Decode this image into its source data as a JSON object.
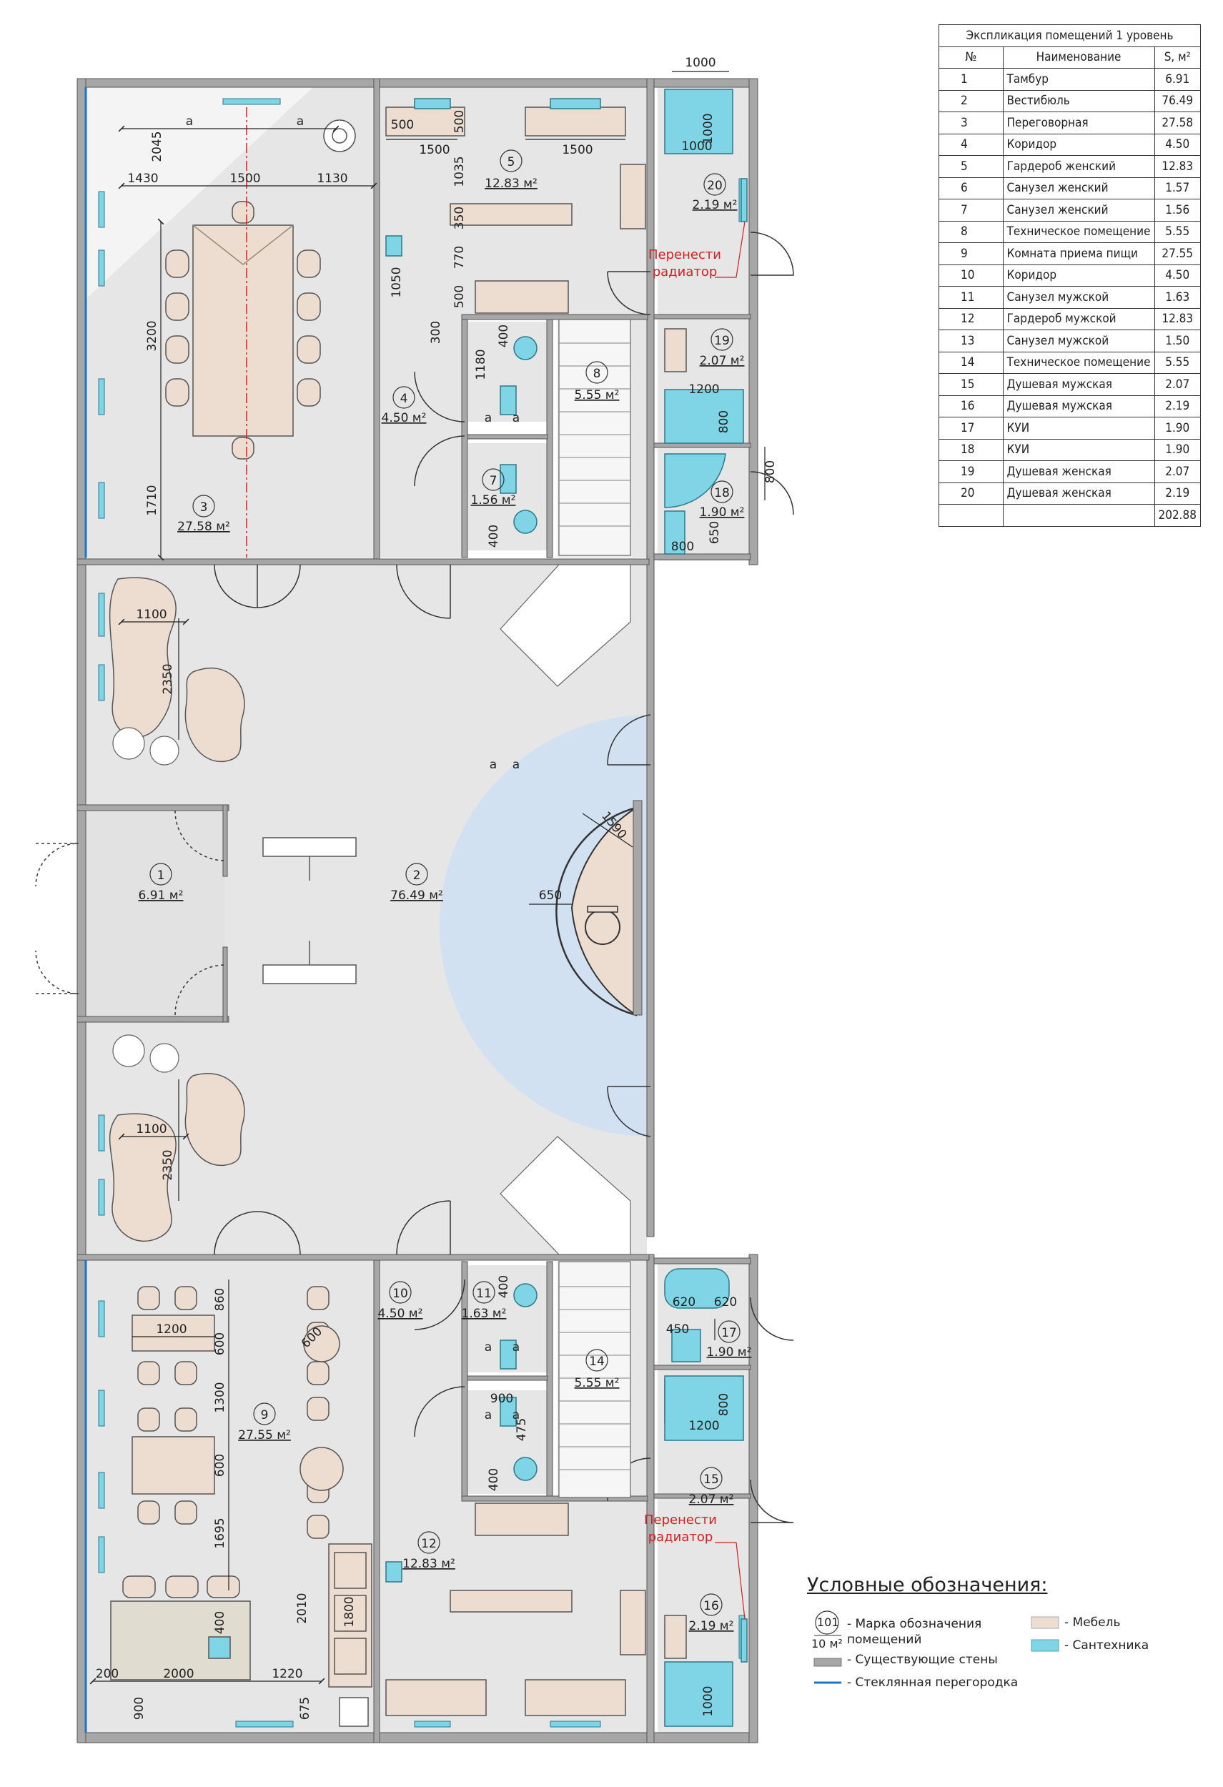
{
  "explication": {
    "title": "Экспликация помещений 1 уровень",
    "headers": [
      "№",
      "Наименование",
      "S, м²"
    ],
    "rows": [
      {
        "no": "1",
        "name": "Тамбур",
        "area": "6.91"
      },
      {
        "no": "2",
        "name": "Вестибюль",
        "area": "76.49"
      },
      {
        "no": "3",
        "name": "Переговорная",
        "area": "27.58"
      },
      {
        "no": "4",
        "name": "Коридор",
        "area": "4.50"
      },
      {
        "no": "5",
        "name": "Гардероб женский",
        "area": "12.83"
      },
      {
        "no": "6",
        "name": "Санузел женский",
        "area": "1.57"
      },
      {
        "no": "7",
        "name": "Санузел женский",
        "area": "1.56"
      },
      {
        "no": "8",
        "name": "Техническое помещение",
        "area": "5.55"
      },
      {
        "no": "9",
        "name": "Комната приема пищи",
        "area": "27.55"
      },
      {
        "no": "10",
        "name": "Коридор",
        "area": "4.50"
      },
      {
        "no": "11",
        "name": "Санузел мужской",
        "area": "1.63"
      },
      {
        "no": "12",
        "name": "Гардероб мужской",
        "area": "12.83"
      },
      {
        "no": "13",
        "name": "Санузел мужской",
        "area": "1.50"
      },
      {
        "no": "14",
        "name": "Техническое помещение",
        "area": "5.55"
      },
      {
        "no": "15",
        "name": "Душевая мужская",
        "area": "2.07"
      },
      {
        "no": "16",
        "name": "Душевая мужская",
        "area": "2.19"
      },
      {
        "no": "17",
        "name": "КУИ",
        "area": "1.90"
      },
      {
        "no": "18",
        "name": "КУИ",
        "area": "1.90"
      },
      {
        "no": "19",
        "name": "Душевая женская",
        "area": "2.07"
      },
      {
        "no": "20",
        "name": "Душевая женская",
        "area": "2.19"
      }
    ],
    "total": "202.88"
  },
  "rooms": [
    {
      "no": "1",
      "area": "6.91 м²"
    },
    {
      "no": "2",
      "area": "76.49 м²"
    },
    {
      "no": "3",
      "area": "27.58 м²"
    },
    {
      "no": "4",
      "area": "4.50 м²"
    },
    {
      "no": "5",
      "area": "12.83 м²"
    },
    {
      "no": "7",
      "area": "1.56 м²"
    },
    {
      "no": "8",
      "area": "5.55 м²"
    },
    {
      "no": "9",
      "area": "27.55 м²"
    },
    {
      "no": "10",
      "area": "4.50 м²"
    },
    {
      "no": "11",
      "area": "1.63 м²"
    },
    {
      "no": "12",
      "area": "12.83 м²"
    },
    {
      "no": "14",
      "area": "5.55 м²"
    },
    {
      "no": "15",
      "area": "2.07 м²"
    },
    {
      "no": "16",
      "area": "2.19 м²"
    },
    {
      "no": "17",
      "area": "1.90 м²"
    },
    {
      "no": "18",
      "area": "1.90 м²"
    },
    {
      "no": "19",
      "area": "2.07 м²"
    },
    {
      "no": "20",
      "area": "2.19 м²"
    }
  ],
  "dimensions": {
    "d2045": "2045",
    "d1430": "1430",
    "d1500_top": "1500",
    "d1130": "1130",
    "d3200": "3200",
    "d1710": "1710",
    "d500a": "500",
    "d500b": "500",
    "d1500a": "1500",
    "d1500b": "1500",
    "d1035": "1035",
    "d350": "350",
    "d770": "770",
    "d500c": "500",
    "d1050": "1050",
    "d300": "300",
    "d400a": "400",
    "d1180": "1180",
    "d400b": "400",
    "d1000a": "1000",
    "d1000b": "1000",
    "d1000c": "1000",
    "d1200a": "1200",
    "d800a": "800",
    "d800b": "800",
    "d800c": "800",
    "d650a": "650",
    "d1100a": "1100",
    "d2350a": "2350",
    "d1590": "1590",
    "d650b": "650",
    "d1100b": "1100",
    "d2350b": "2350",
    "d860": "860",
    "d1200b": "1200",
    "d600a": "600",
    "d600b": "600",
    "d1300": "1300",
    "d600c": "600",
    "d1695": "1695",
    "d2010": "2010",
    "d1800": "1800",
    "d400c": "400",
    "d200": "200",
    "d2000": "2000",
    "d1220": "1220",
    "d900a": "900",
    "d675": "675",
    "d400d": "400",
    "d900b": "900",
    "d475": "475",
    "d400e": "400",
    "d620a": "620",
    "d620b": "620",
    "d450": "450",
    "d800d": "800",
    "d1200c": "1200",
    "d1000d": "1000",
    "d_a1": "a",
    "d_a2": "a",
    "d_a3": "a",
    "d_a4": "a",
    "d_a5": "a",
    "d_a6": "a",
    "d_a7": "a",
    "d_a8": "a",
    "d_a9": "a",
    "d_a10": "a"
  },
  "notes": {
    "radiator_top_1": "Перенести",
    "radiator_top_2": "радиатор",
    "radiator_bottom_1": "Перенести",
    "radiator_bottom_2": "радиатор"
  },
  "legend": {
    "title": "Условные обозначения:",
    "mark_no": "101",
    "mark_area": "10 м²",
    "mark_text_1": "- Марка обозначения",
    "mark_text_2": "помещений",
    "walls": "- Существующие стены",
    "glass": "- Стеклянная перегородка",
    "furniture": "- Мебель",
    "plumbing": "- Сантехника"
  },
  "colors": {
    "wall": "#a7a7a7",
    "floor": "#e6e6e6",
    "furniture": "#ecddd0",
    "plumbing": "#7fd4e6",
    "glass": "#1a75c9",
    "note": "#d12020",
    "arc": "#cfe0f3"
  }
}
